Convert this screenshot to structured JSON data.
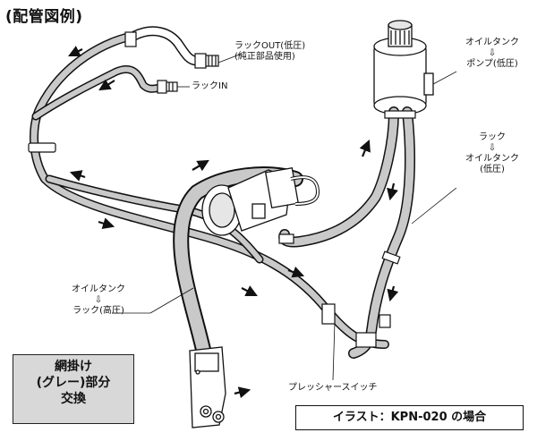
{
  "title": "(配管図例)",
  "labels": {
    "rack_out_line1": "ラックOUT(低圧)",
    "rack_out_line2": "(純正部品使用)",
    "rack_in": "ラックIN",
    "tank_to_pump_line1": "オイルタンク",
    "tank_to_pump_arrow": "⇩",
    "tank_to_pump_line2": "ポンプ(低圧)",
    "rack_to_tank_line1": "ラック",
    "rack_to_tank_arrow": "⇩",
    "rack_to_tank_line2": "オイルタンク",
    "rack_to_tank_line3": "(低圧)",
    "tank_to_rack_line1": "オイルタンク",
    "tank_to_rack_arrow": "⇩",
    "tank_to_rack_line2": "ラック(高圧)",
    "pressure_switch": "プレッシャースイッチ"
  },
  "legend": {
    "line1": "網掛け",
    "line2": "(グレー)部分",
    "line3": "交換"
  },
  "caption": "イラスト：KPN-020 の場合",
  "colors": {
    "line": "#1a1a1a",
    "hose_gray": "#c9c9c9",
    "legend_fill": "#d8d8d8"
  }
}
